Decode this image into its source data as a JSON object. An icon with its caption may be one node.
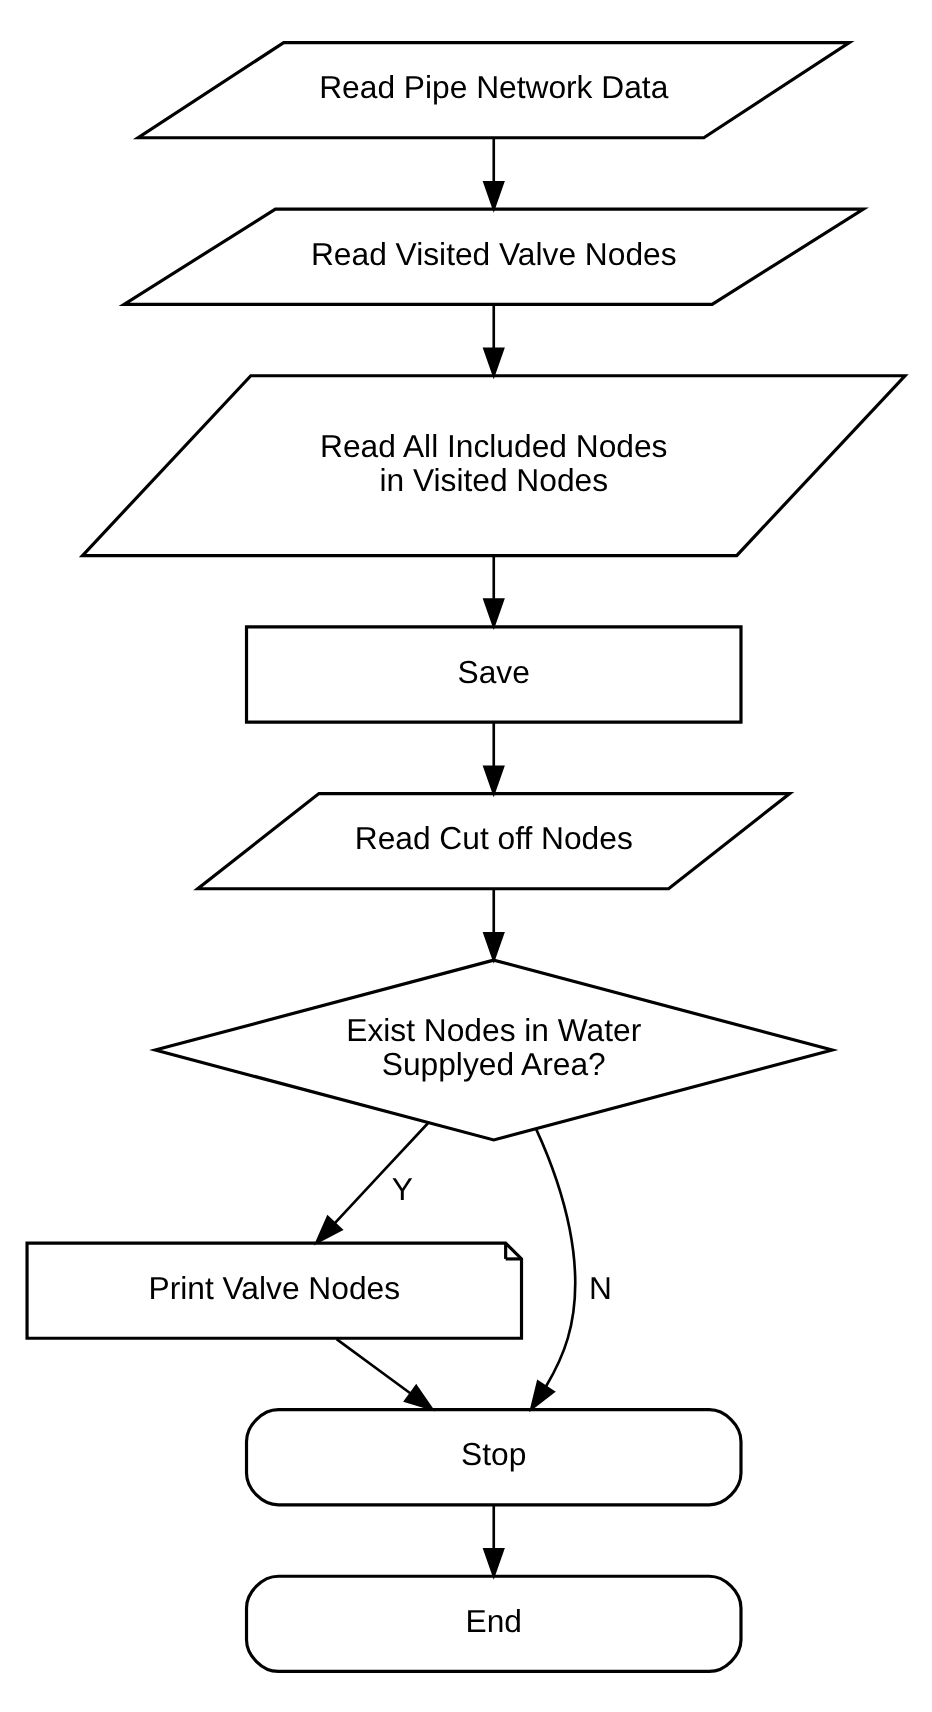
{
  "diagram": {
    "nodes": [
      {
        "text": [
          "Read Pipe Network Data"
        ]
      },
      {
        "text": [
          "Read Visited Valve Nodes"
        ]
      },
      {
        "text": [
          "Read All Included Nodes in Visited Nodes"
        ]
      },
      {
        "text": [
          "Save"
        ]
      },
      {
        "text": [
          "Read Cut off Nodes"
        ]
      },
      {
        "text": [
          "Exist Nodes in Water Supplyed Area?"
        ]
      },
      {
        "text": [
          "Print Valve Nodes"
        ]
      },
      {
        "text": [
          "Stop"
        ]
      },
      {
        "text": [
          "End"
        ]
      }
    ],
    "edges": [
      {
        "from": 0,
        "to": 1,
        "arrow": "to"
      },
      {
        "from": 1,
        "to": 2,
        "arrow": "to"
      },
      {
        "from": 2,
        "to": 3,
        "arrow": "to"
      },
      {
        "from": 3,
        "to": 4,
        "arrow": "to"
      },
      {
        "from": 4,
        "to": 5,
        "arrow": "to"
      },
      {
        "from": 5,
        "to": 6,
        "arrow": "to",
        "label": "Y"
      },
      {
        "from": 5,
        "to": 7,
        "arrow": "to",
        "label": "N"
      },
      {
        "from": 6,
        "to": 7,
        "arrow": "to"
      },
      {
        "from": 7,
        "to": 8,
        "arrow": "to"
      }
    ]
  }
}
